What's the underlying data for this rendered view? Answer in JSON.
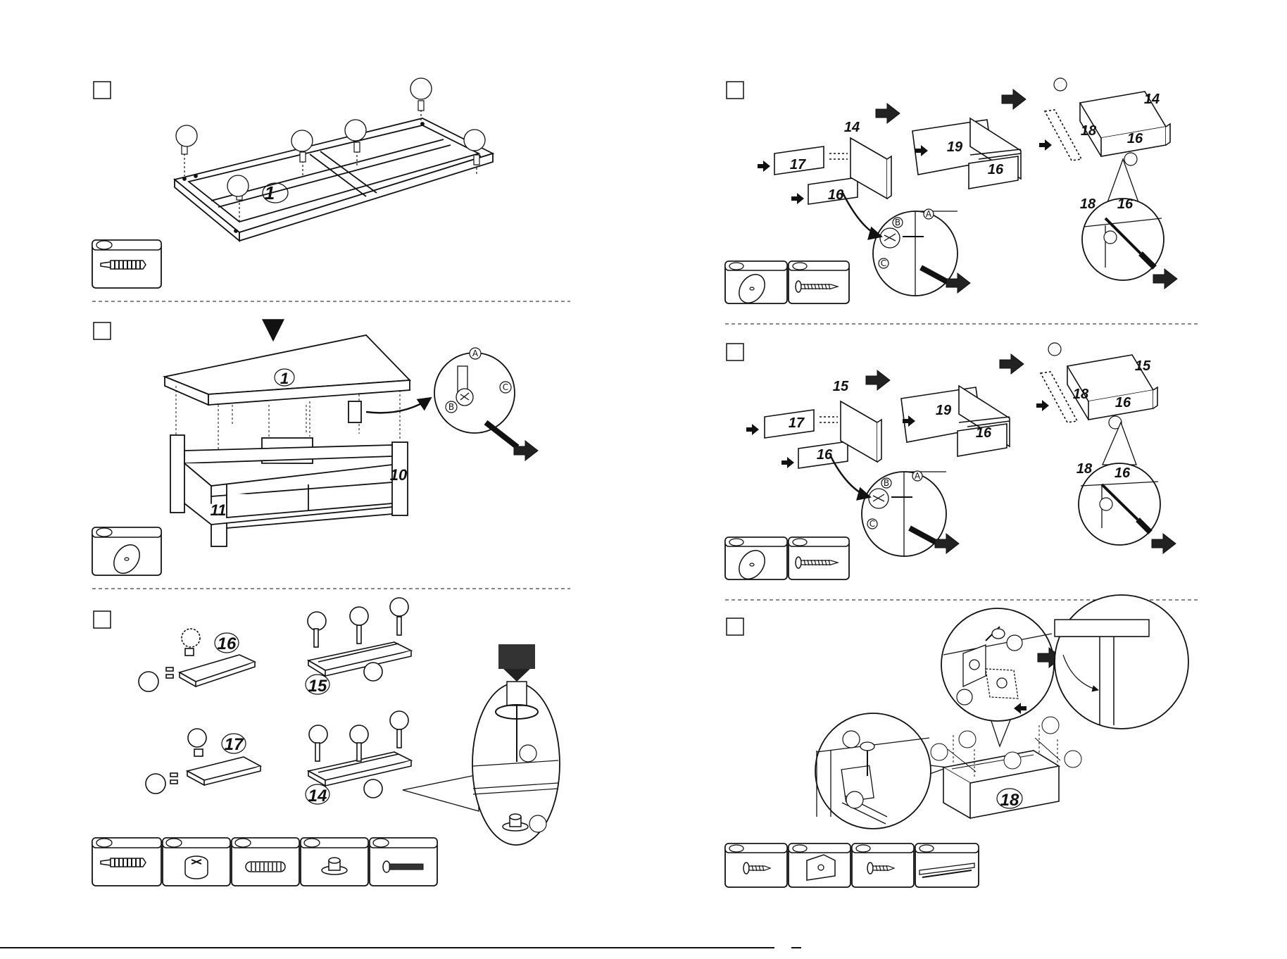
{
  "left_page": {
    "step1": {
      "frame_label": "1",
      "callouts": []
    },
    "step2": {
      "frame_label": "1",
      "side_panel_left": "11",
      "side_panel_right": "10",
      "detail_letters": [
        "A",
        "B",
        "C"
      ]
    },
    "step3": {
      "panels": [
        {
          "label": "16"
        },
        {
          "label": "15"
        },
        {
          "label": "17"
        },
        {
          "label": "14"
        }
      ]
    }
  },
  "right_page": {
    "step4": {
      "labels": [
        "14",
        "17",
        "16",
        "19",
        "16",
        "14",
        "18",
        "16",
        "18",
        "16"
      ],
      "detail_letters": [
        "A",
        "B",
        "C"
      ]
    },
    "step5": {
      "labels": [
        "15",
        "17",
        "16",
        "19",
        "16",
        "15",
        "18",
        "16",
        "18",
        "16"
      ],
      "detail_letters": [
        "A",
        "B",
        "C"
      ]
    },
    "step6": {
      "drawer_label": "18"
    }
  },
  "icons": {
    "hardware": [
      "dowel-screw-icon",
      "cam-lock-icon",
      "wood-dowel-icon",
      "cam-bolt-icon",
      "machine-screw-icon",
      "wood-screw-icon",
      "corner-bracket-icon",
      "drawer-rail-icon"
    ]
  },
  "colors": {
    "ink": "#111111",
    "paper": "#ffffff"
  }
}
